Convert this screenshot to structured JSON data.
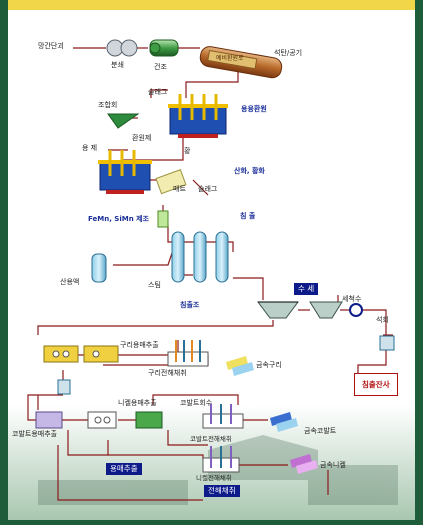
{
  "labels": {
    "ore": "망간단괴",
    "grind": "분쇄",
    "dry": "건조",
    "coal_air": "석탄/공기",
    "kiln": "예비환원로",
    "slag1": "슬래그",
    "flux": "조합회",
    "reduce_agent": "환원제",
    "fusion_reduction": "용융환원",
    "ironmaking": "용 제",
    "sulfur": "황",
    "matte": "매트",
    "slag2": "슬래그",
    "oxidize_sulfur": "산화, 황화",
    "ferro": "FeMn, SiMn 제조",
    "leach": "침 출",
    "oxygen": "산용액",
    "steam": "스팀",
    "leach_tank": "침출조",
    "wash": "수 세",
    "wash_water": "세척수",
    "lime": "석회",
    "cu_extract": "구리용매추출",
    "cu_ew": "구리전해채취",
    "cu_metal": "금속구리",
    "residue": "침출잔사",
    "co_extract": "코발트용매추출",
    "ni_extract": "니켈용매추출",
    "co_recover": "코발트회수",
    "co_ew": "코발트전해채취",
    "co_metal": "금속코발트",
    "solvent": "용매추출",
    "ni_ew": "니켈전해채취",
    "ew_label": "전해채취",
    "ni_metal": "금속니켈"
  },
  "colors": {
    "frame": "#1f5d3a",
    "accent_bar": "#f2d64a",
    "flow_line": "#8b1a1a",
    "label_box": "#0d1b8a",
    "residue_box": "#b01010"
  }
}
